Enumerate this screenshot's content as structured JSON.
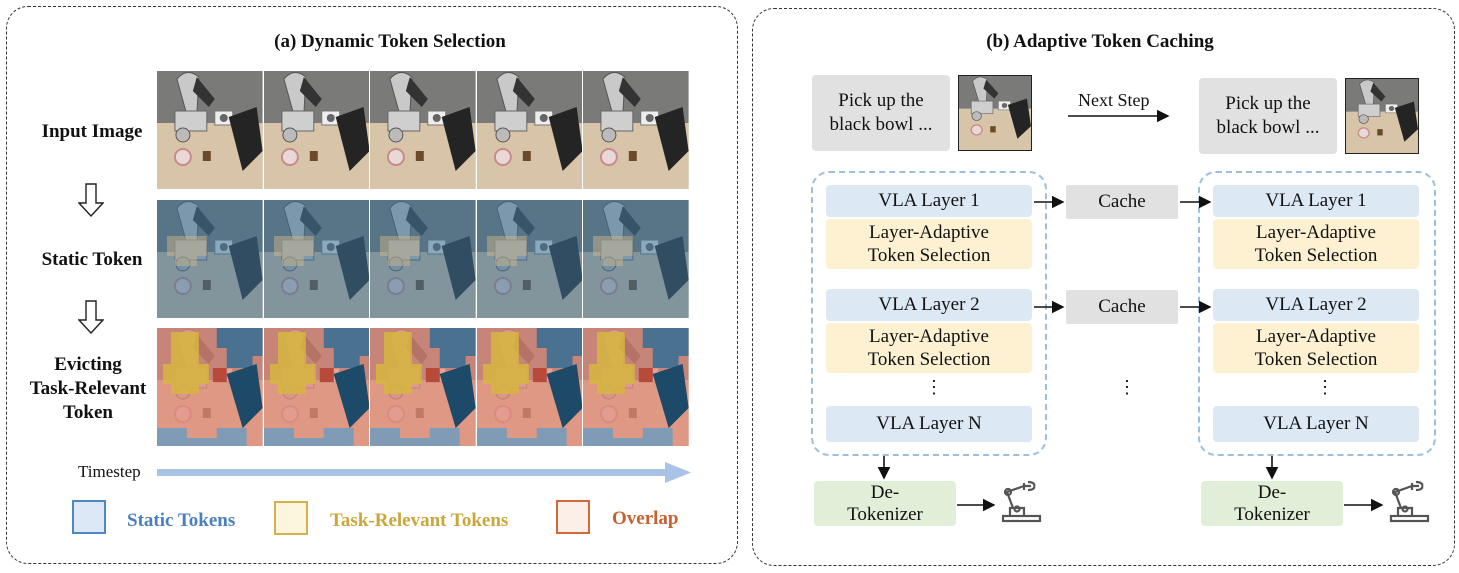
{
  "panel_a": {
    "title": "(a) Dynamic Token Selection",
    "rows": [
      {
        "label": "Input Image",
        "kind": "input"
      },
      {
        "label": "Static Token",
        "kind": "static"
      },
      {
        "label_lines": [
          "Evicting",
          "Task-Relevant",
          "Token"
        ],
        "kind": "evict"
      }
    ],
    "frames_per_row": 5,
    "timestep_label": "Timestep",
    "legend": [
      {
        "label": "Static Tokens",
        "border": "#4f86c6",
        "fill": "#dce8f6",
        "text_color": "#4a7fbf"
      },
      {
        "label": "Task-Relevant Tokens",
        "border": "#d4b24a",
        "fill": "#fdf6de",
        "text_color": "#c9a73a"
      },
      {
        "label": "Overlap",
        "border": "#d2693a",
        "fill": "#fcefe8",
        "text_color": "#c8612f"
      }
    ]
  },
  "panel_b": {
    "title": "(b) Adaptive Token Caching",
    "prompt_left": [
      "Pick up the",
      "black bowl ..."
    ],
    "prompt_right": [
      "Pick up the",
      "black bowl ..."
    ],
    "next_step_label": "Next Step",
    "left_stack": {
      "layer1": "VLA Layer 1",
      "select1": [
        "Layer-Adaptive",
        "Token Selection"
      ],
      "layer2": "VLA Layer 2",
      "select2": [
        "Layer-Adaptive",
        "Token Selection"
      ],
      "ellipsis": "⋮",
      "layerN": "VLA Layer N"
    },
    "right_stack": {
      "layer1": "VLA Layer 1",
      "select1": [
        "Layer-Adaptive",
        "Token Selection"
      ],
      "layer2": "VLA Layer 2",
      "select2": [
        "Layer-Adaptive",
        "Token Selection"
      ],
      "ellipsis": "⋮",
      "layerN": "VLA Layer N"
    },
    "cache_labels": [
      "Cache",
      "Cache"
    ],
    "middle_ellipsis": "⋮",
    "detokenizer_left": [
      "De-",
      "Tokenizer"
    ],
    "detokenizer_right": [
      "De-",
      "Tokenizer"
    ],
    "output_icon": "robot-arm-icon"
  },
  "colors": {
    "static_blue": "#4f86c6",
    "task_yellow": "#d4b24a",
    "overlap_red": "#d2693a",
    "timestep_arrow": "#a9c3e6",
    "layer_blue": "#dde8f5",
    "select_yellow": "#fdf1d2",
    "cache_gray": "#e1e1e1",
    "detok_green": "#e1efd9"
  }
}
